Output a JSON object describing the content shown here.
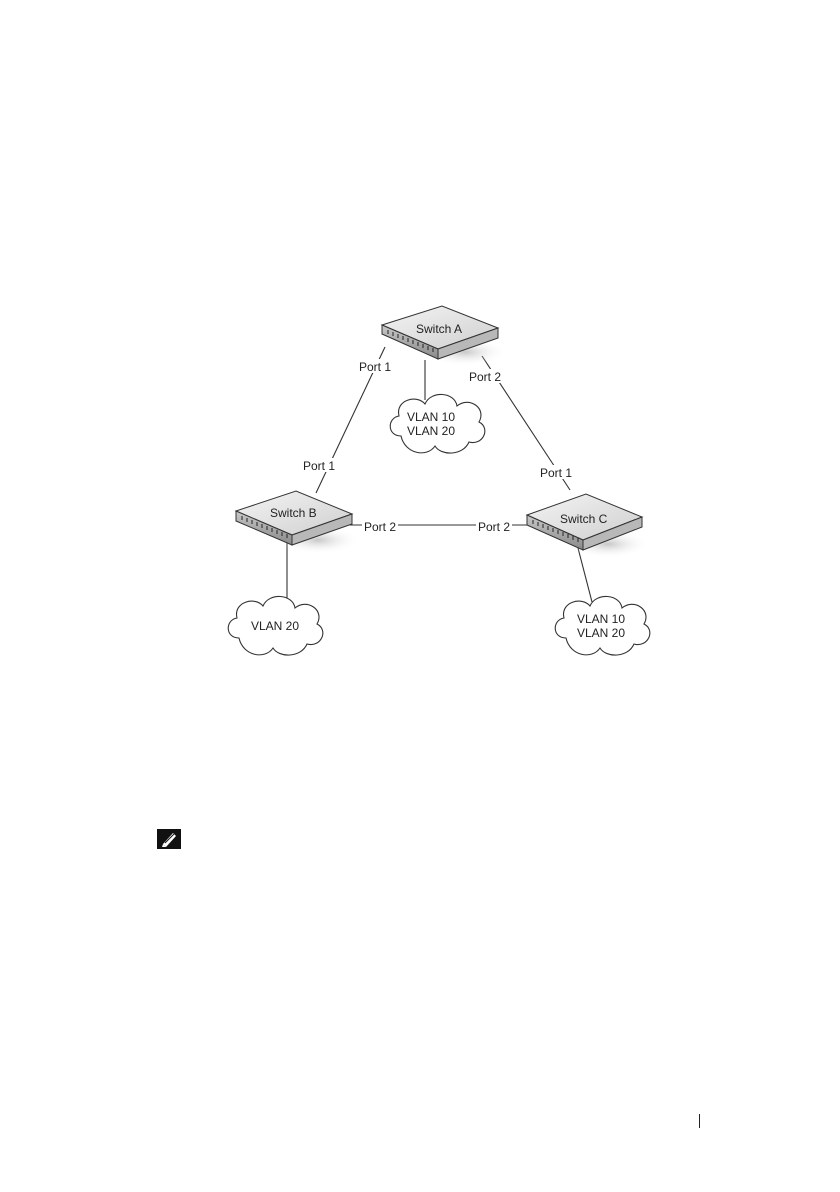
{
  "diagram": {
    "switches": [
      {
        "id": "a",
        "label": "Switch A"
      },
      {
        "id": "b",
        "label": "Switch B"
      },
      {
        "id": "c",
        "label": "Switch C"
      }
    ],
    "port_labels": {
      "a_port1": "Port 1",
      "a_port2": "Port 2",
      "b_port1": "Port 1",
      "b_port2": "Port 2",
      "c_port1": "Port 1",
      "c_port2": "Port 2"
    },
    "clouds": {
      "a": [
        "VLAN 10",
        "VLAN 20"
      ],
      "b": [
        "VLAN 20"
      ],
      "c": [
        "VLAN 10",
        "VLAN 20"
      ]
    }
  },
  "icons": {
    "note": "pencil-note-icon"
  }
}
